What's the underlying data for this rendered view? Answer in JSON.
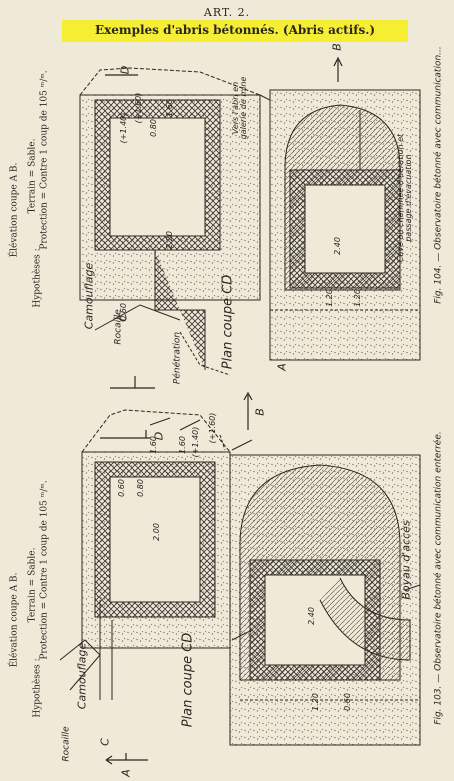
{
  "header": {
    "article": "ART. 2.",
    "title": "Exemples d'abris bétonnés. (Abris actifs.)"
  },
  "figure_left": {
    "elevation": "Élévation coupe A B.",
    "hypotheses": "Hypothèses :",
    "terrain": "Terrain = Sable.",
    "protection": "Protection = Contre 1 coup de 105 ᵐ/ᵐ.",
    "plan_label": "Plan coupe CD",
    "labels": {
      "camouflage": "Camouflage",
      "rocaille": "Rocaille",
      "boyau": "Boyau d'accès",
      "marker_a": "A",
      "marker_b": "B",
      "marker_c": "C",
      "marker_d": "D"
    },
    "dims": [
      "(+1.60)",
      "0.60",
      "(+1.40)",
      "0.80",
      "1.60",
      "1.60",
      "2.00",
      "2.40",
      "1.20",
      "0.60"
    ],
    "caption": "Fig. 103. — Observatoire bétonné avec communication enterrée."
  },
  "figure_right": {
    "elevation": "Élévation coupe A B.",
    "hypotheses": "Hypothèses :",
    "terrain": "Terrain = Sable.",
    "protection": "Protection = Contre 1 coup de 105 ᵐ/ᵐ.",
    "plan_label": "Plan coupe CD",
    "labels": {
      "camouflage": "Camouflage",
      "rocaille": "Rocaille",
      "penetration": "Pénétration",
      "galerie": "Vers l'abri en galerie de mine",
      "cave": "Cave ou cheminée d'aération et passage d'évacuation",
      "marker_a": "A",
      "marker_b": "B",
      "marker_c": "C",
      "marker_d": "D"
    },
    "dims": [
      "(+1.60)",
      "(+1.40)",
      "0.60",
      "0.80",
      "1.60",
      "2.20",
      "2.40",
      "1.20",
      "1.20"
    ],
    "caption": "Fig. 104. — Observatoire bétonné avec communication..."
  }
}
